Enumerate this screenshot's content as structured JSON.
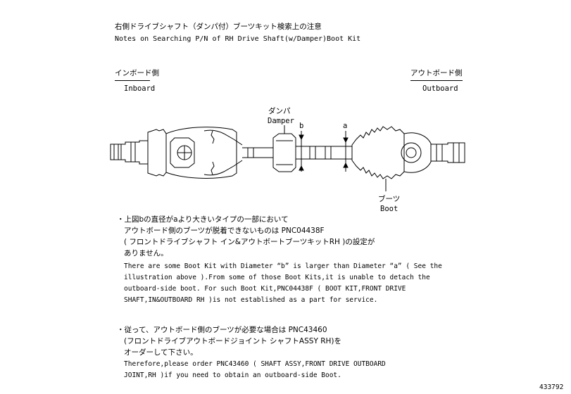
{
  "title": {
    "ja": "右側ドライブシャフト（ダンパ付）ブーツキット検索上の注意",
    "en": "Notes on Searching P/N of RH Drive Shaft(w/Damper)Boot Kit"
  },
  "labels": {
    "inboard_ja": "インボード側",
    "inboard_en": "Inboard",
    "outboard_ja": "アウトボード側",
    "outboard_en": "Outboard",
    "damper_ja": "ダンパ",
    "damper_en": "Damper",
    "dim_b": "b",
    "dim_a": "a",
    "boot_ja": "ブーツ",
    "boot_en": "Boot"
  },
  "note1": {
    "ja_lines": [
      "・上図bの直径がaより大きいタイプの一部において",
      "アウトボード側のブーツが脱着できないものは PNC04438F",
      "( フロントドライブシャフト イン&アウトボートブーツキットRH )の設定が",
      "ありません。"
    ],
    "en_lines": [
      "There are some Boot Kit with Diameter “b” is larger than Diameter “a” ( See the",
      "illustration above ).From some of those Boot Kits,it is unable to detach the",
      "outboard-side boot. For such Boot Kit,PNC04438F ( BOOT KIT,FRONT DRIVE",
      "SHAFT,IN&OUTBOARD RH )is not established as a part for service."
    ]
  },
  "note2": {
    "ja_lines": [
      "・従って、アウトボード側のブーツが必要な場合は PNC43460",
      "(フロントドライブアウトボードジョイント シャフトASSY RH)を",
      "オーダーして下さい。"
    ],
    "en_lines": [
      "Therefore,please order PNC43460 ( SHAFT ASSY,FRONT DRIVE OUTBOARD",
      "JOINT,RH )if you need to obtain an outboard-side Boot."
    ]
  },
  "figure_number": "433792"
}
